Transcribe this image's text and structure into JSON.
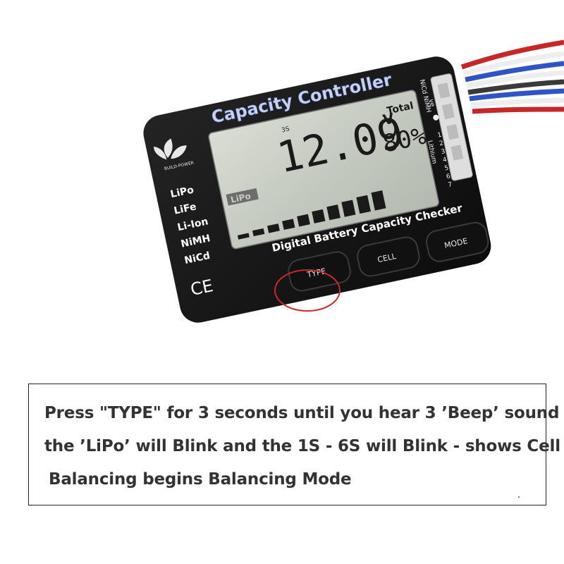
{
  "device": {
    "title": "Capacity Controller",
    "logo_caption": "BUILD-POWER",
    "subtitle": "Digital Battery Capacity Checker",
    "battery_types": [
      "LiPo",
      "LiFe",
      "Li-Ion",
      "NiMH",
      "NiCd"
    ],
    "ce_mark": "CE",
    "buttons": {
      "type": "TYPE",
      "cell": "CELL",
      "mode": "MODE"
    },
    "port_label_nicd_nimh": "NiCd NiMH",
    "port_label_lithium": "Lithium",
    "port_label_ve": "ve",
    "port_numbers": [
      "7",
      "6",
      "5",
      "4",
      "3",
      "2",
      "1"
    ],
    "highlight_color": "#c8282d"
  },
  "lcd": {
    "cell_count": "3S",
    "voltage": "12.09",
    "voltage_unit": "V",
    "total_label": "Total",
    "percent": "80%",
    "type_indicator": "LiPo",
    "bar_segments_total": 10,
    "bar_segments_lit": 10
  },
  "instruction": {
    "line1": "Press \"TYPE\" for 3 seconds until you hear 3 ’Beep’ sound",
    "line2": "the ’LiPo’ will Blink and the 1S - 6S will Blink - shows Cell",
    "line3": "Balancing begins Balancing Mode"
  }
}
